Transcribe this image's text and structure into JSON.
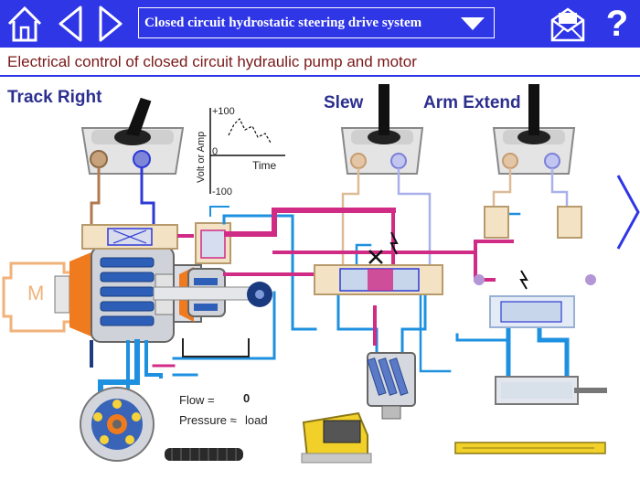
{
  "toolbar": {
    "home_icon": "home-icon",
    "back_icon": "triangle-left-icon",
    "forward_icon": "triangle-right-icon",
    "topic_select_value": "Closed circuit hydrostatic steering drive system",
    "mail_icon": "envelope-icon",
    "help_label": "?"
  },
  "page": {
    "subtitle": "Electrical control of closed circuit hydraulic pump and motor",
    "sections": {
      "track_right": "Track Right",
      "slew": "Slew",
      "arm_extend": "Arm Extend"
    }
  },
  "scope": {
    "ylabel": "Volt or Amp",
    "top_tick": "+100",
    "zero_tick": "0",
    "bottom_tick": "-100",
    "xlabel": "Time"
  },
  "readouts": {
    "flow_label": "Flow =",
    "flow_value": "0",
    "pressure_label": "Pressure ≈",
    "pressure_value": "load"
  },
  "motor_label": "M",
  "colors": {
    "toolbar": "#2f36e6",
    "subtitle": "#7a1818",
    "section": "#2b2f8e",
    "hyd_blue": "#1e90e0",
    "hyd_magenta": "#d02c86",
    "pilot_blue": "#2d3ad6"
  }
}
